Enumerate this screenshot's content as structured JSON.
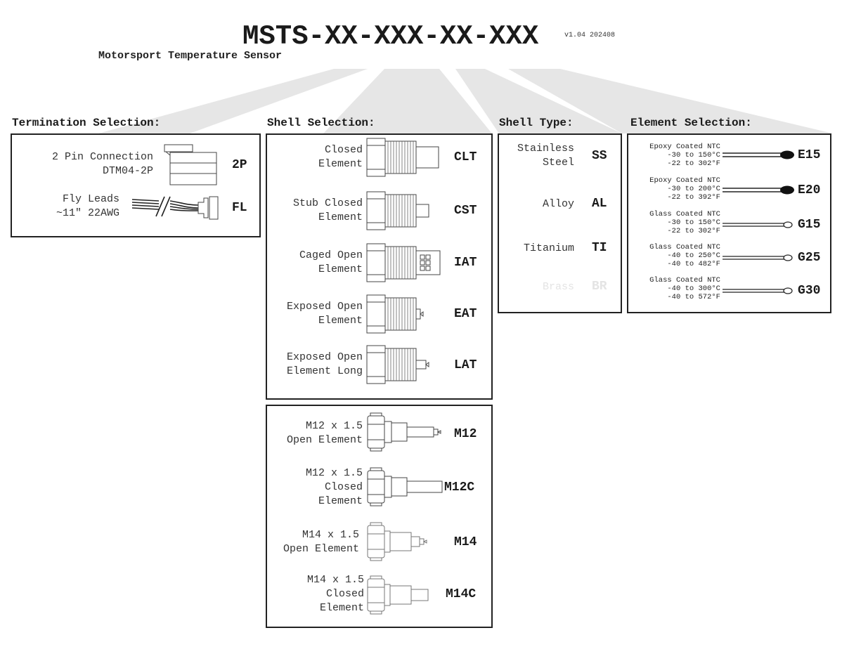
{
  "header": {
    "part_number": "MSTS-XX-XXX-XX-XXX",
    "version": "v1.04 202408",
    "subtitle": "Motorsport Temperature Sensor"
  },
  "termination": {
    "heading": "Termination Selection:",
    "options": [
      {
        "label_lines": [
          "2 Pin Connection",
          "DTM04-2P"
        ],
        "code": "2P",
        "icon": "dtm-connector-icon"
      },
      {
        "label_lines": [
          "Fly Leads",
          "~11\" 22AWG"
        ],
        "code": "FL",
        "icon": "fly-leads-icon"
      }
    ]
  },
  "shell": {
    "heading": "Shell Selection:",
    "options": [
      {
        "label_lines": [
          "Closed",
          "Element"
        ],
        "code": "CLT",
        "icon": "closed-shell-icon"
      },
      {
        "label_lines": [
          "Stub Closed",
          "Element"
        ],
        "code": "CST",
        "icon": "stub-closed-shell-icon"
      },
      {
        "label_lines": [
          "Caged Open",
          "Element"
        ],
        "code": "IAT",
        "icon": "caged-open-shell-icon"
      },
      {
        "label_lines": [
          "Exposed Open",
          "Element"
        ],
        "code": "EAT",
        "icon": "exposed-open-shell-icon"
      },
      {
        "label_lines": [
          "Exposed Open",
          "Element Long"
        ],
        "code": "LAT",
        "icon": "exposed-long-shell-icon"
      }
    ],
    "metric_options": [
      {
        "label_lines": [
          "M12 x 1.5",
          "Open Element"
        ],
        "code": "M12",
        "icon": "m12-open-fitting-icon"
      },
      {
        "label_lines": [
          "M12 x 1.5",
          "Closed",
          "Element"
        ],
        "code": "M12C",
        "icon": "m12-closed-fitting-icon"
      },
      {
        "label_lines": [
          "M14 x 1.5",
          "Open Element"
        ],
        "code": "M14",
        "icon": "m14-open-fitting-icon"
      },
      {
        "label_lines": [
          "M14 x 1.5",
          "Closed",
          "Element"
        ],
        "code": "M14C",
        "icon": "m14-closed-fitting-icon"
      }
    ]
  },
  "shell_type": {
    "heading": "Shell Type:",
    "options": [
      {
        "label_lines": [
          "Stainless",
          "Steel"
        ],
        "code": "SS",
        "available": true
      },
      {
        "label_lines": [
          "Alloy"
        ],
        "code": "AL",
        "available": true
      },
      {
        "label_lines": [
          "Titanium"
        ],
        "code": "TI",
        "available": true
      },
      {
        "label_lines": [
          "Brass"
        ],
        "code": "BR",
        "available": false
      }
    ]
  },
  "element": {
    "heading": "Element Selection:",
    "options": [
      {
        "label_lines": [
          "Epoxy Coated NTC",
          "-30 to 150°C",
          "-22 to 302°F"
        ],
        "code": "E15",
        "icon": "epoxy-ntc-icon"
      },
      {
        "label_lines": [
          "Epoxy Coated NTC",
          "-30 to 200°C",
          "-22 to 392°F"
        ],
        "code": "E20",
        "icon": "epoxy-ntc-icon"
      },
      {
        "label_lines": [
          "Glass Coated NTC",
          "-30 to 150°C",
          "-22 to 302°F"
        ],
        "code": "G15",
        "icon": "glass-ntc-icon"
      },
      {
        "label_lines": [
          "Glass Coated NTC",
          "-40 to 250°C",
          "-40 to 482°F"
        ],
        "code": "G25",
        "icon": "glass-ntc-icon"
      },
      {
        "label_lines": [
          "Glass Coated NTC",
          "-40 to 300°C",
          "-40 to 572°F"
        ],
        "code": "G30",
        "icon": "glass-ntc-icon"
      }
    ]
  },
  "colors": {
    "funnel": "#e6e6e6",
    "border": "#222222",
    "disabled_text": "#e4e4e4"
  }
}
